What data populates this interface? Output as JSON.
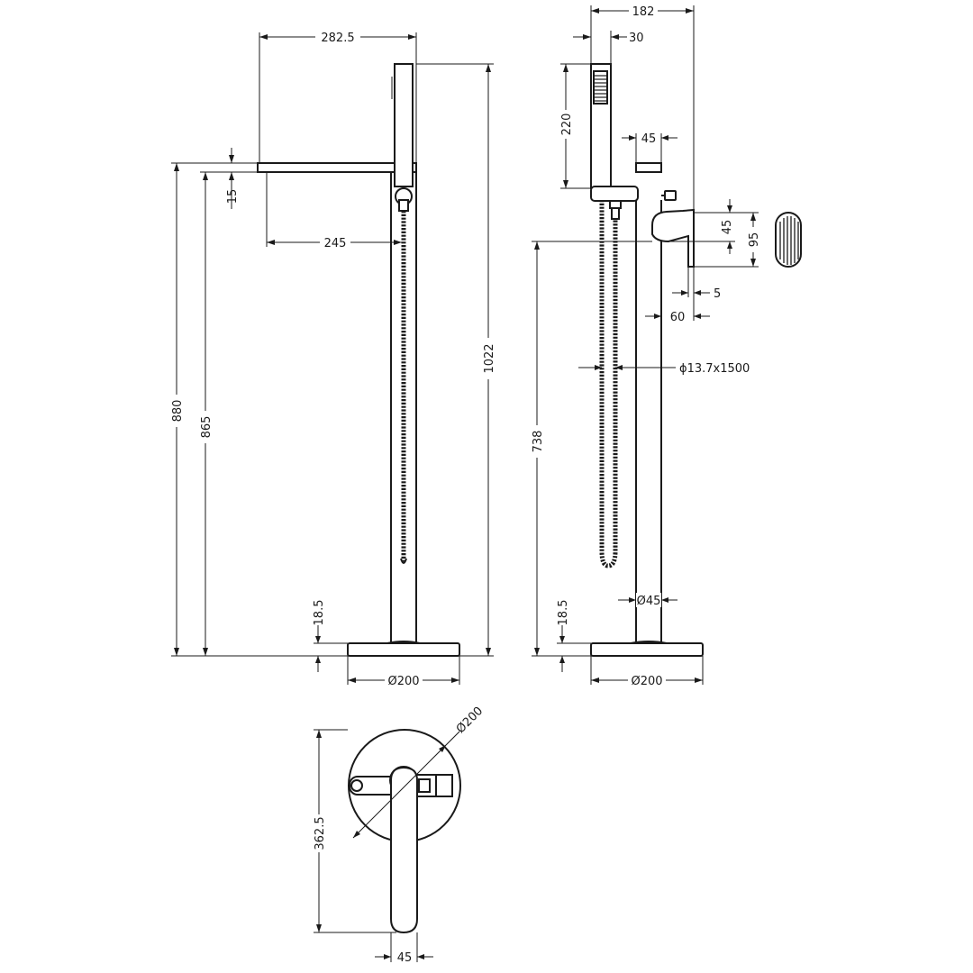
{
  "drawing": {
    "front_view": {
      "dim_spout_reach": "282.5",
      "dim_spout_thickness": "15",
      "dim_spout_projection": "245",
      "dim_overall_height": "1022",
      "dim_spout_height": "880",
      "dim_spout_outlet_height": "865",
      "dim_base_thickness": "18.5",
      "dim_base_diameter": "Ø200"
    },
    "side_view": {
      "dim_total_width": "182",
      "dim_handset_width": "30",
      "dim_handset_length": "220",
      "dim_spout_offset": "45",
      "dim_lever_height": "45",
      "dim_lever_total": "95",
      "dim_lever_gap": "5",
      "dim_lever_depth": "60",
      "dim_hose_spec": "ϕ13.7x1500",
      "dim_handle_height": "738",
      "dim_column_diameter": "Ø45",
      "dim_base_thickness": "18.5",
      "dim_base_diameter": "Ø200"
    },
    "plan_view": {
      "dim_base_diameter": "Ø200",
      "dim_lever_length": "362.5",
      "dim_lever_width": "45"
    }
  }
}
